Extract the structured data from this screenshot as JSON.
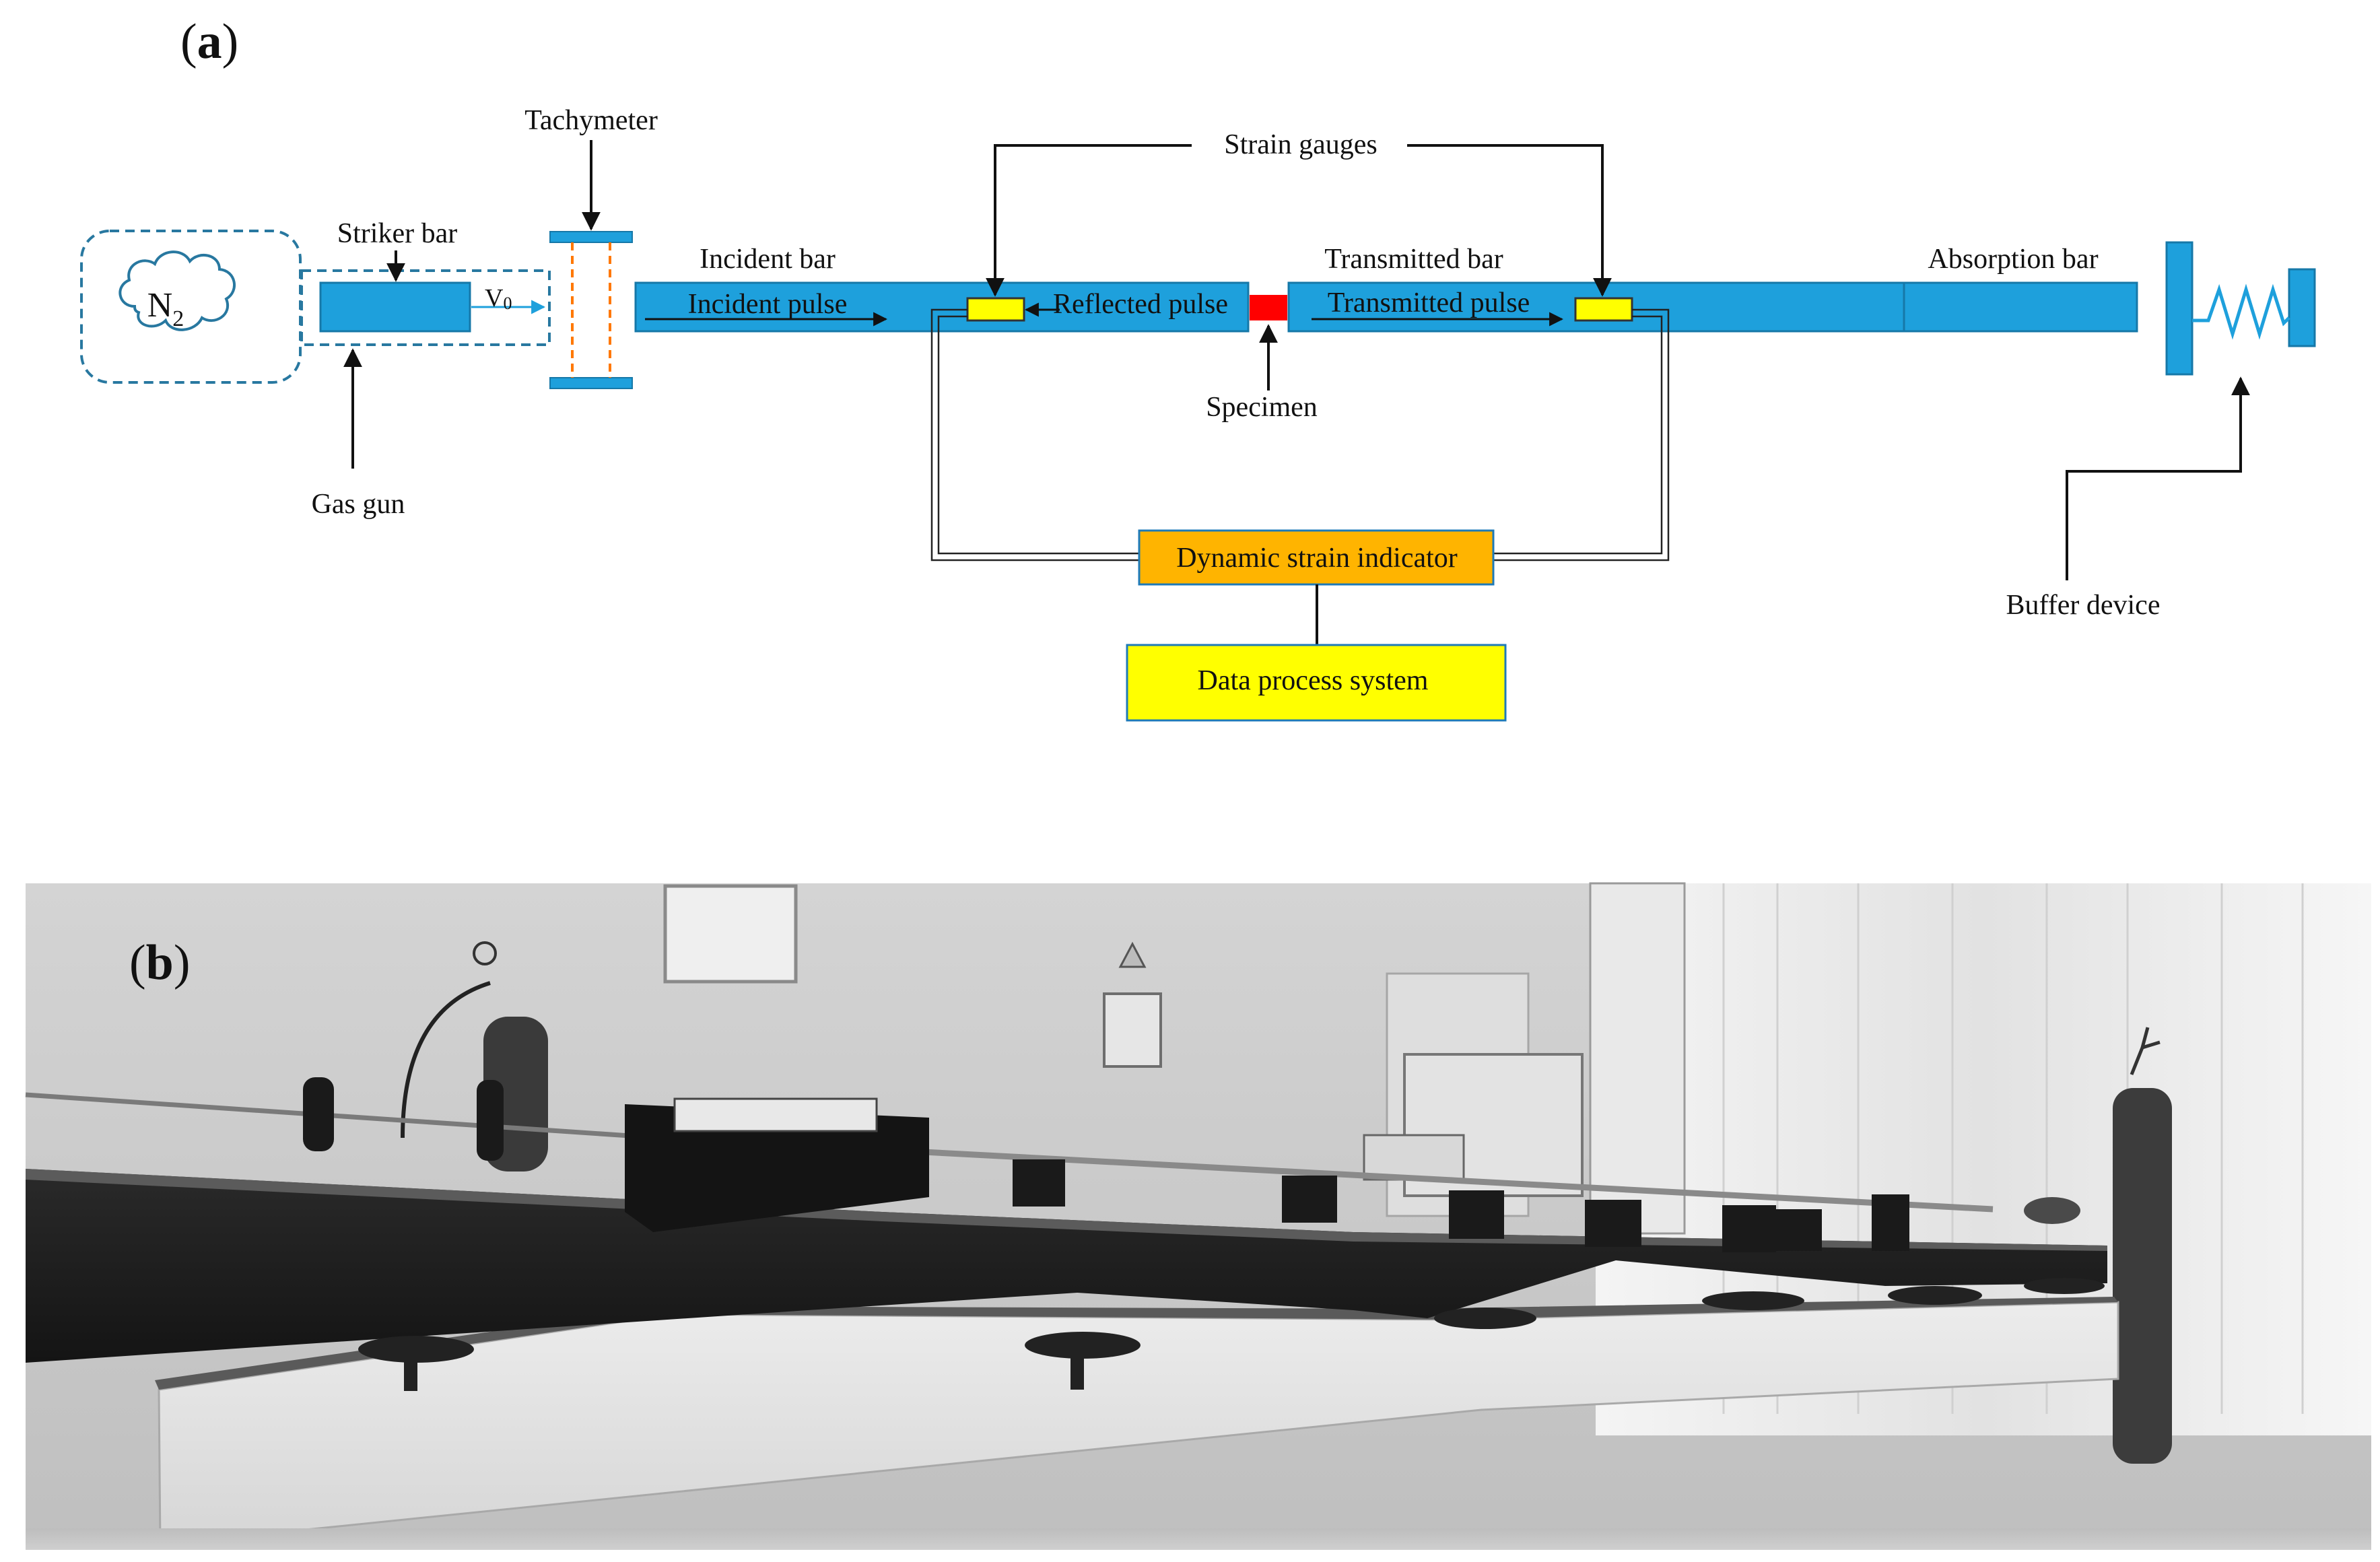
{
  "panel_a": {
    "panel_label": "(a)",
    "bold_letter": "a",
    "gas_tank": "N",
    "gas_tank_sub": "2",
    "velocity": "V",
    "velocity_sub": "0",
    "labels": {
      "tachymeter": "Tachymeter",
      "striker_bar": "Striker bar",
      "gas_gun": "Gas gun",
      "incident_bar": "Incident bar",
      "incident_pulse": "Incident pulse",
      "reflected_pulse": "Reflected pulse",
      "strain_gauges": "Strain gauges",
      "specimen": "Specimen",
      "transmitted_bar": "Transmitted bar",
      "transmitted_pulse": "Transmitted pulse",
      "absorption_bar": "Absorption bar",
      "buffer_device": "Buffer device",
      "dynamic_strain_indicator": "Dynamic strain indicator",
      "data_process_system": "Data process system"
    },
    "colors": {
      "bar_blue": "#1ea0dc",
      "gauge_yellow": "#ffff00",
      "specimen_red": "#ff0000",
      "indicator_orange": "#ffb400",
      "dashed_outline": "#2878a0",
      "tachymeter_dash": "#ff7800"
    }
  },
  "panel_b": {
    "panel_label": "(b)",
    "bold_letter": "b"
  }
}
